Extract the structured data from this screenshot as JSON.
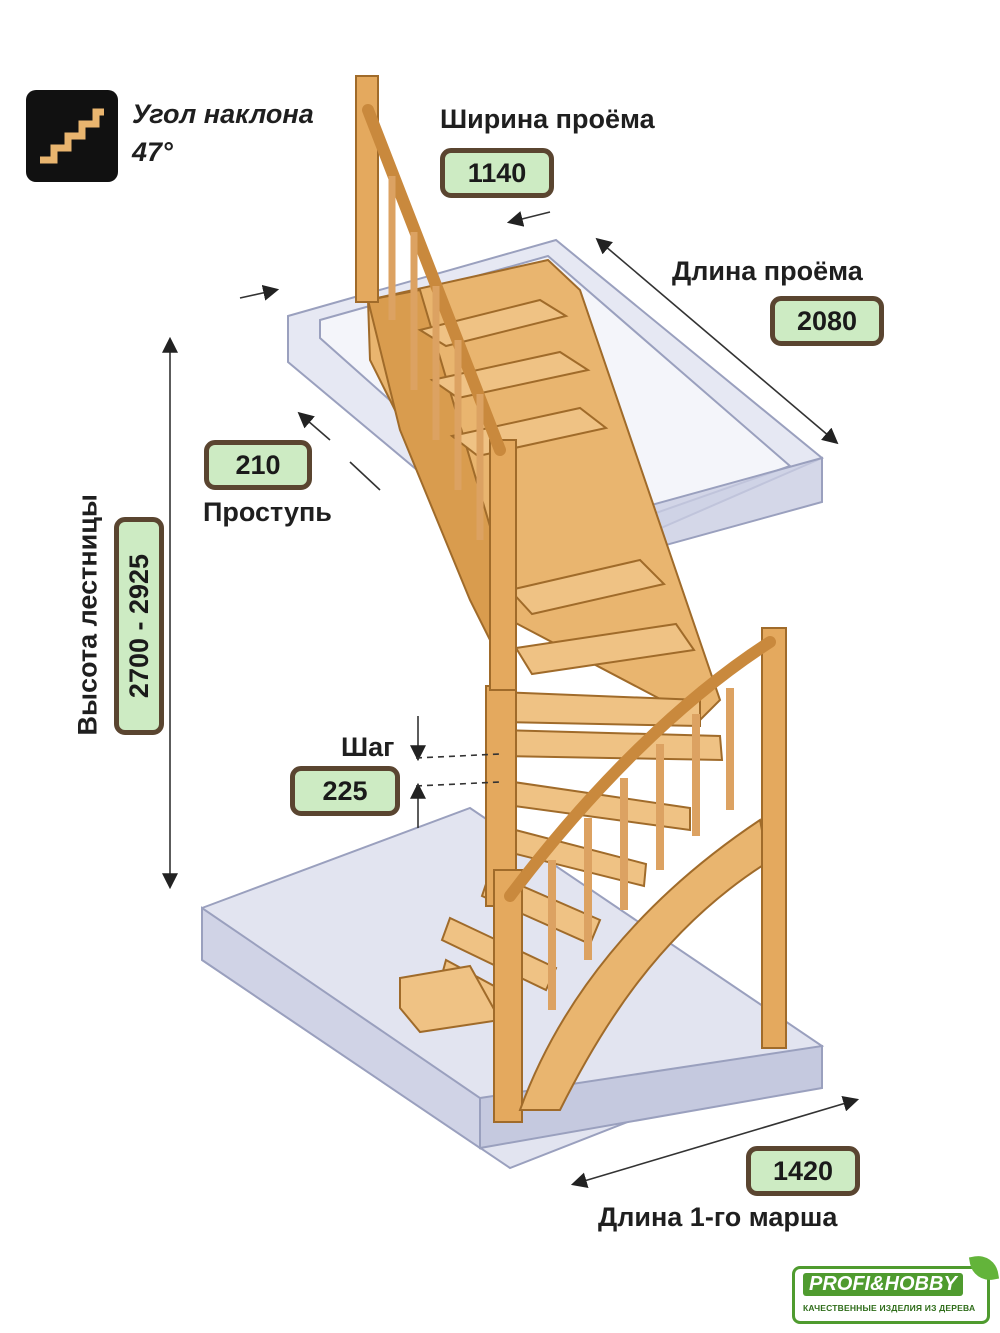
{
  "angle": {
    "icon": "stairs-icon",
    "title": "Угол наклона",
    "value": "47°"
  },
  "opening_width": {
    "label": "Ширина проёма",
    "value": "1140"
  },
  "opening_length": {
    "label": "Длина проёма",
    "value": "2080"
  },
  "tread": {
    "value": "210",
    "label": "Проступь"
  },
  "stair_height": {
    "label": "Высота лестницы",
    "value": "2700 - 2925"
  },
  "step": {
    "label": "Шаг",
    "value": "225"
  },
  "first_flight": {
    "value": "1420",
    "label": "Длина 1-го марша"
  },
  "logo": {
    "name": "PROFI&HOBBY",
    "tagline": "КАЧЕСТВЕННЫЕ ИЗДЕЛИЯ ИЗ ДЕРЕВА"
  },
  "colors": {
    "wood": "#e9b56f",
    "wood_dark": "#c9893d",
    "badge_fill": "#cdebc3",
    "badge_border": "#5a4530",
    "slab": "#d9dcec",
    "logo_green": "#4f9b2f"
  }
}
